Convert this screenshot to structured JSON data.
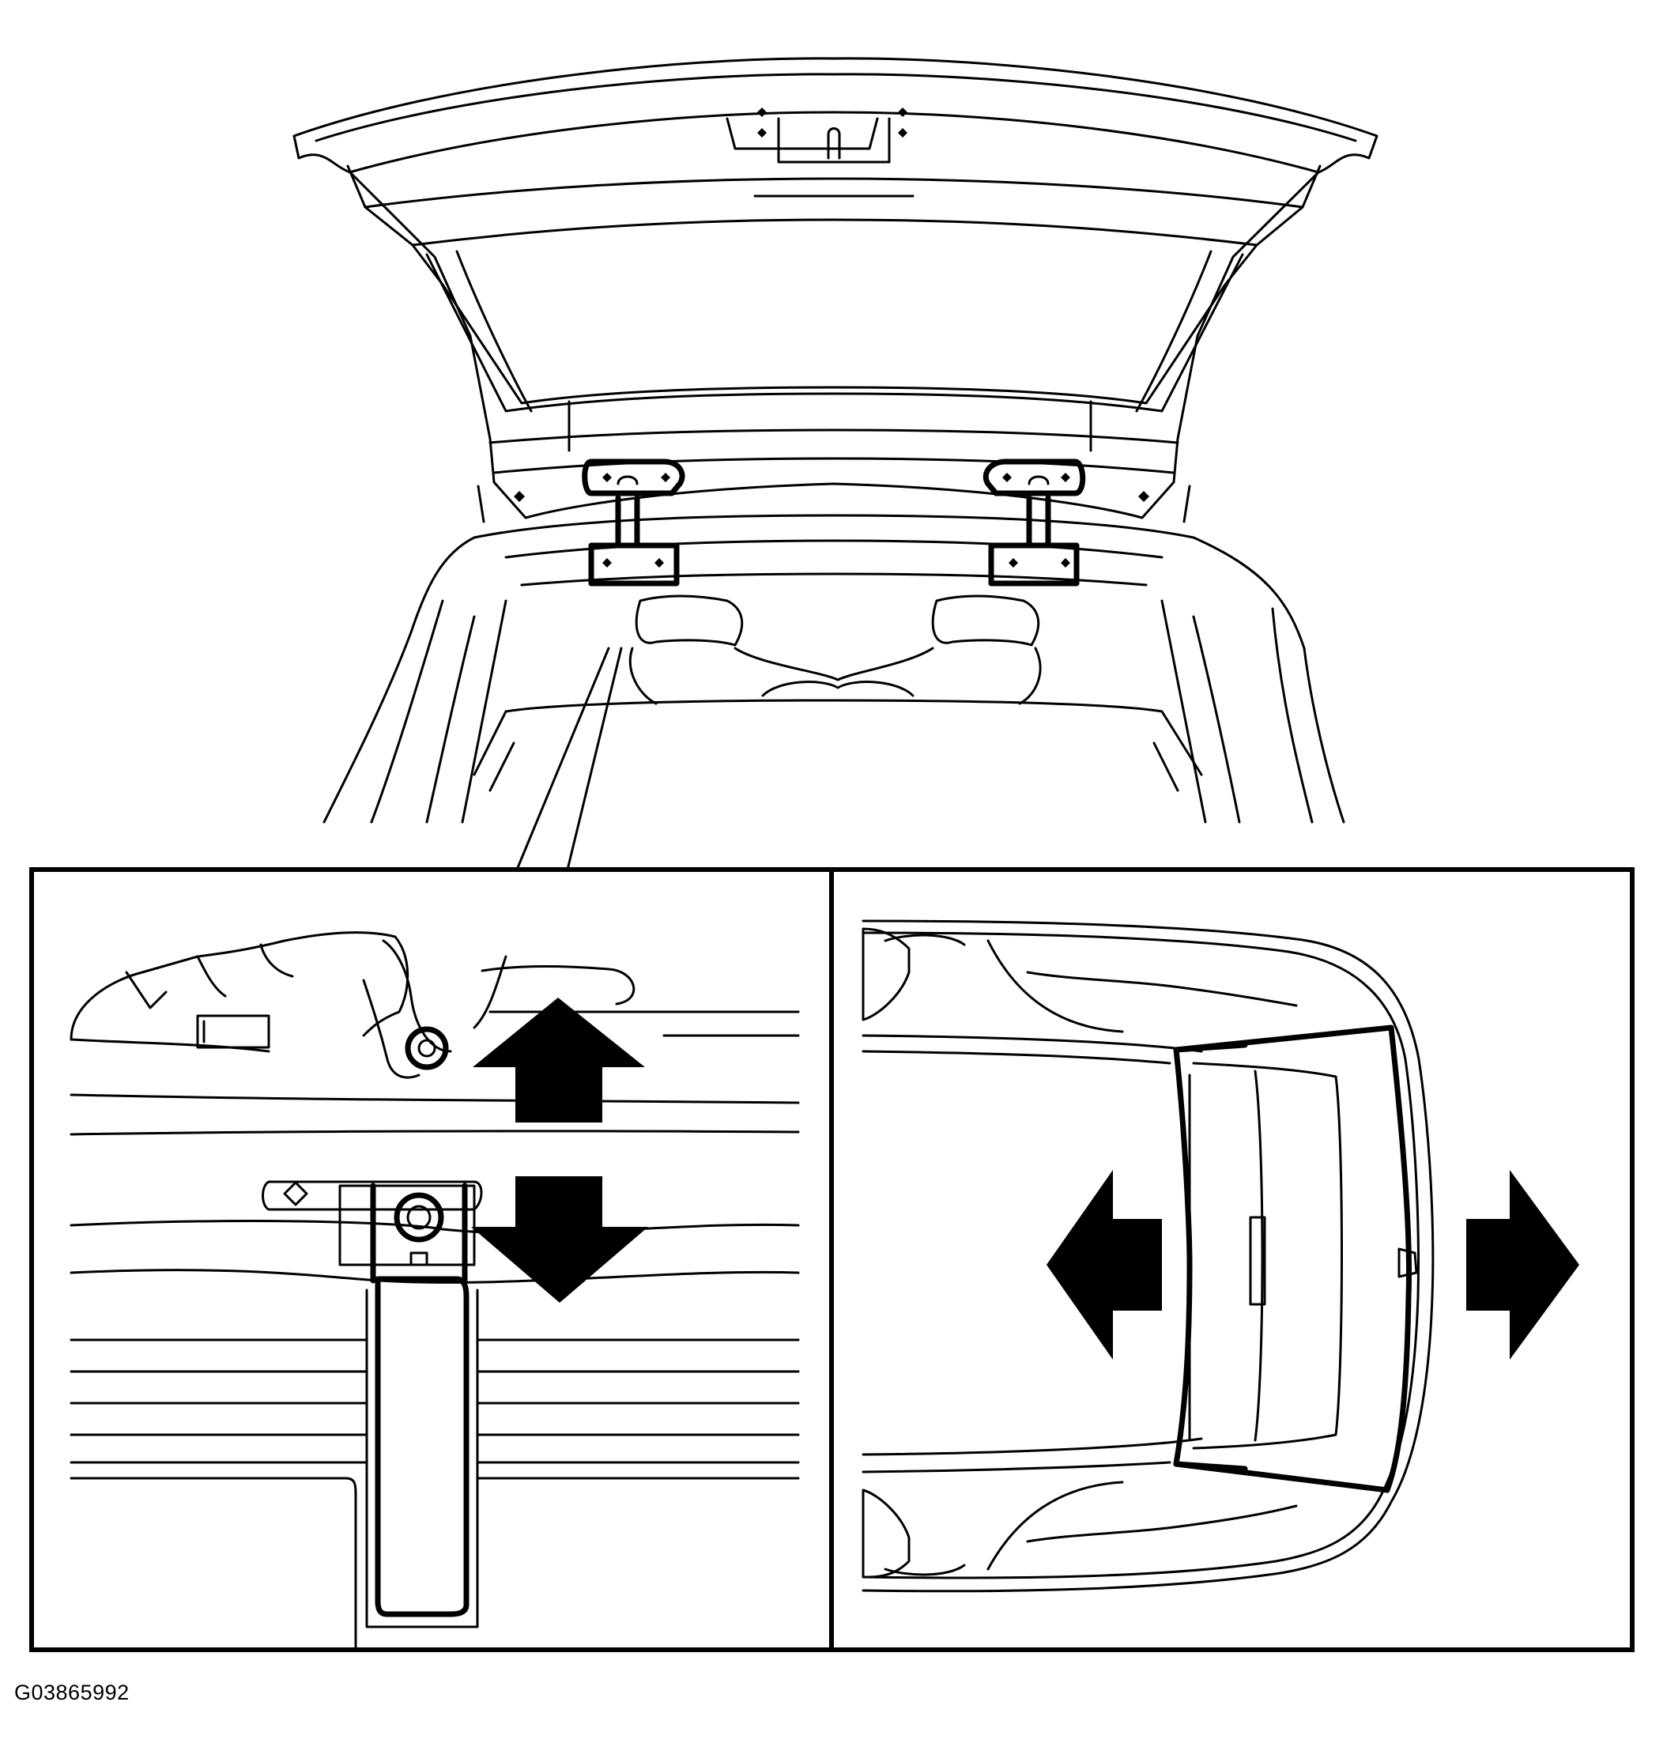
{
  "figure": {
    "id": "G03865992"
  },
  "icons": {
    "overview": "open-liftgate-rear-view",
    "left_detail": "hinge-bolt-detail",
    "right_detail": "vehicle-top-view"
  },
  "arrows": {
    "up": "arrow-up",
    "down": "arrow-down",
    "left": "arrow-left",
    "right": "arrow-right"
  }
}
